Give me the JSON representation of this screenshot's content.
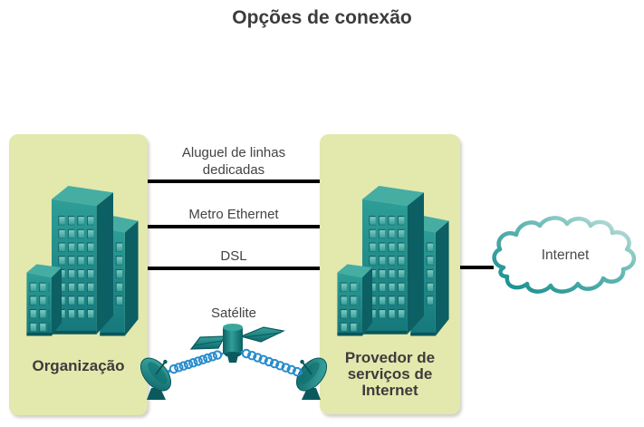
{
  "title": "Opções de conexão",
  "nodes": {
    "organization": {
      "label": "Organização"
    },
    "isp": {
      "label": "Provedor de serviços de Internet"
    },
    "internet": {
      "label": "Internet"
    }
  },
  "connections": [
    {
      "id": "leased-lines",
      "label": "Aluguel de linhas dedicadas"
    },
    {
      "id": "metro-ethernet",
      "label": "Metro Ethernet"
    },
    {
      "id": "dsl",
      "label": "DSL"
    },
    {
      "id": "satellite",
      "label": "Satélite"
    }
  ],
  "colors": {
    "panel_bg": "#e3e8ad",
    "building_teal": "#23948f",
    "building_dark": "#0c5f63",
    "window_teal": "#6cc0b9",
    "line_black": "#000000",
    "coil_blue": "#288ccd",
    "cloud_stroke_dark": "#128c8c",
    "cloud_stroke_light": "#c9e4e0",
    "text_dark": "#3c3c3c"
  }
}
